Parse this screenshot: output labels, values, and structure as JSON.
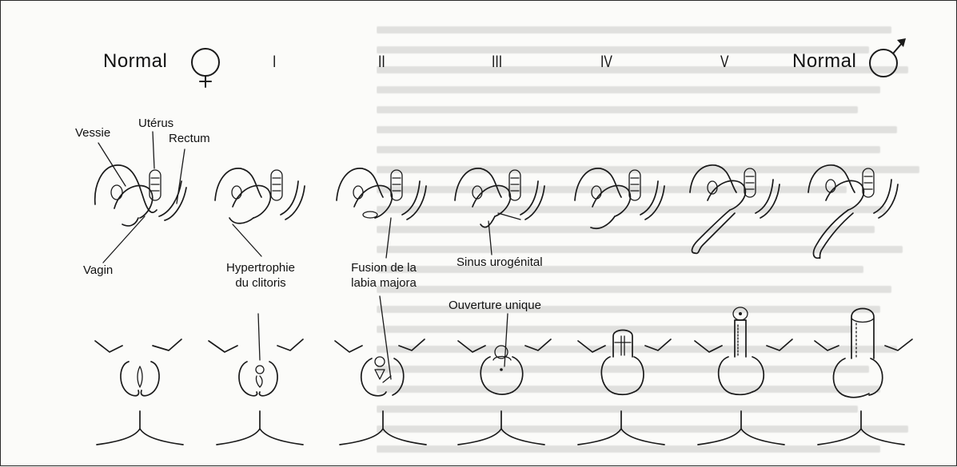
{
  "columns": {
    "normal_female": "Normal",
    "stage_1": "I",
    "stage_2": "II",
    "stage_3": "III",
    "stage_4": "IV",
    "stage_5": "V",
    "normal_male": "Normal"
  },
  "labels": {
    "vessie": "Vessie",
    "uterus": "Utérus",
    "rectum": "Rectum",
    "vagin": "Vagin",
    "hypertrophie_line1": "Hypertrophie",
    "hypertrophie_line2": "du clitoris",
    "fusion_line1": "Fusion de la",
    "fusion_line2": "labia majora",
    "sinus": "Sinus urogénital",
    "ouverture": "Ouverture unique"
  },
  "icons": {
    "female": "female-sign-icon",
    "male": "male-sign-icon"
  },
  "colors": {
    "ink": "#1a1a1a",
    "paper": "#fbfbf9"
  }
}
